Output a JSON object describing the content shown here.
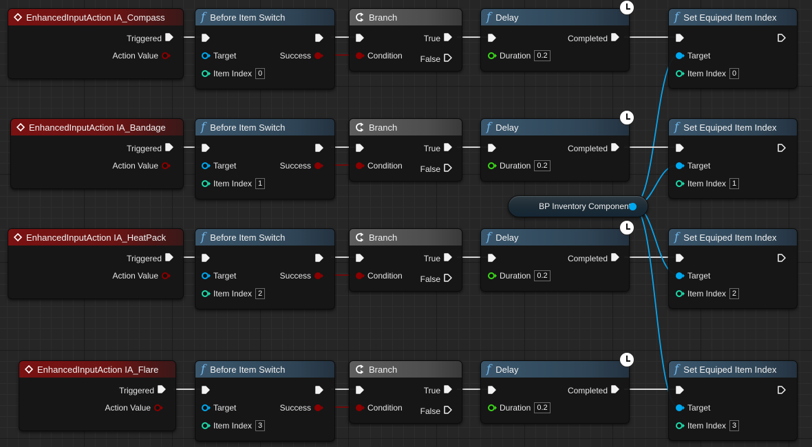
{
  "colors": {
    "exec_wire": "#e6e6e6",
    "bool_pin": "#8b0000",
    "object_pin": "#00a8f0",
    "int_pin": "#1ed9a9",
    "float_pin": "#3ad41a",
    "event_header": "#7a1212",
    "function_header": "#3a566c",
    "branch_header": "#5e5e5e"
  },
  "variable_node": {
    "label": "BP Inventory Component",
    "pin": "object-pin"
  },
  "rows": [
    {
      "event": {
        "title": "EnhancedInputAction IA_Compass",
        "triggered": "Triggered",
        "action_value": "Action Value"
      },
      "before_switch": {
        "title": "Before Item Switch",
        "target": "Target",
        "item_index_label": "Item Index",
        "item_index": "0",
        "success": "Success"
      },
      "branch": {
        "title": "Branch",
        "condition": "Condition",
        "true": "True",
        "false": "False"
      },
      "delay": {
        "title": "Delay",
        "duration_label": "Duration",
        "duration": "0.2",
        "completed": "Completed"
      },
      "set_index": {
        "title": "Set Equiped Item Index",
        "target": "Target",
        "item_index_label": "Item Index",
        "item_index": "0"
      }
    },
    {
      "event": {
        "title": "EnhancedInputAction IA_Bandage",
        "triggered": "Triggered",
        "action_value": "Action Value"
      },
      "before_switch": {
        "title": "Before Item Switch",
        "target": "Target",
        "item_index_label": "Item Index",
        "item_index": "1",
        "success": "Success"
      },
      "branch": {
        "title": "Branch",
        "condition": "Condition",
        "true": "True",
        "false": "False"
      },
      "delay": {
        "title": "Delay",
        "duration_label": "Duration",
        "duration": "0.2",
        "completed": "Completed"
      },
      "set_index": {
        "title": "Set Equiped Item Index",
        "target": "Target",
        "item_index_label": "Item Index",
        "item_index": "1"
      }
    },
    {
      "event": {
        "title": "EnhancedInputAction IA_HeatPack",
        "triggered": "Triggered",
        "action_value": "Action Value"
      },
      "before_switch": {
        "title": "Before Item Switch",
        "target": "Target",
        "item_index_label": "Item Index",
        "item_index": "2",
        "success": "Success"
      },
      "branch": {
        "title": "Branch",
        "condition": "Condition",
        "true": "True",
        "false": "False"
      },
      "delay": {
        "title": "Delay",
        "duration_label": "Duration",
        "duration": "0.2",
        "completed": "Completed"
      },
      "set_index": {
        "title": "Set Equiped Item Index",
        "target": "Target",
        "item_index_label": "Item Index",
        "item_index": "2"
      }
    },
    {
      "event": {
        "title": "EnhancedInputAction IA_Flare",
        "triggered": "Triggered",
        "action_value": "Action Value"
      },
      "before_switch": {
        "title": "Before Item Switch",
        "target": "Target",
        "item_index_label": "Item Index",
        "item_index": "3",
        "success": "Success"
      },
      "branch": {
        "title": "Branch",
        "condition": "Condition",
        "true": "True",
        "false": "False"
      },
      "delay": {
        "title": "Delay",
        "duration_label": "Duration",
        "duration": "0.2",
        "completed": "Completed"
      },
      "set_index": {
        "title": "Set Equiped Item Index",
        "target": "Target",
        "item_index_label": "Item Index",
        "item_index": "3"
      }
    }
  ]
}
